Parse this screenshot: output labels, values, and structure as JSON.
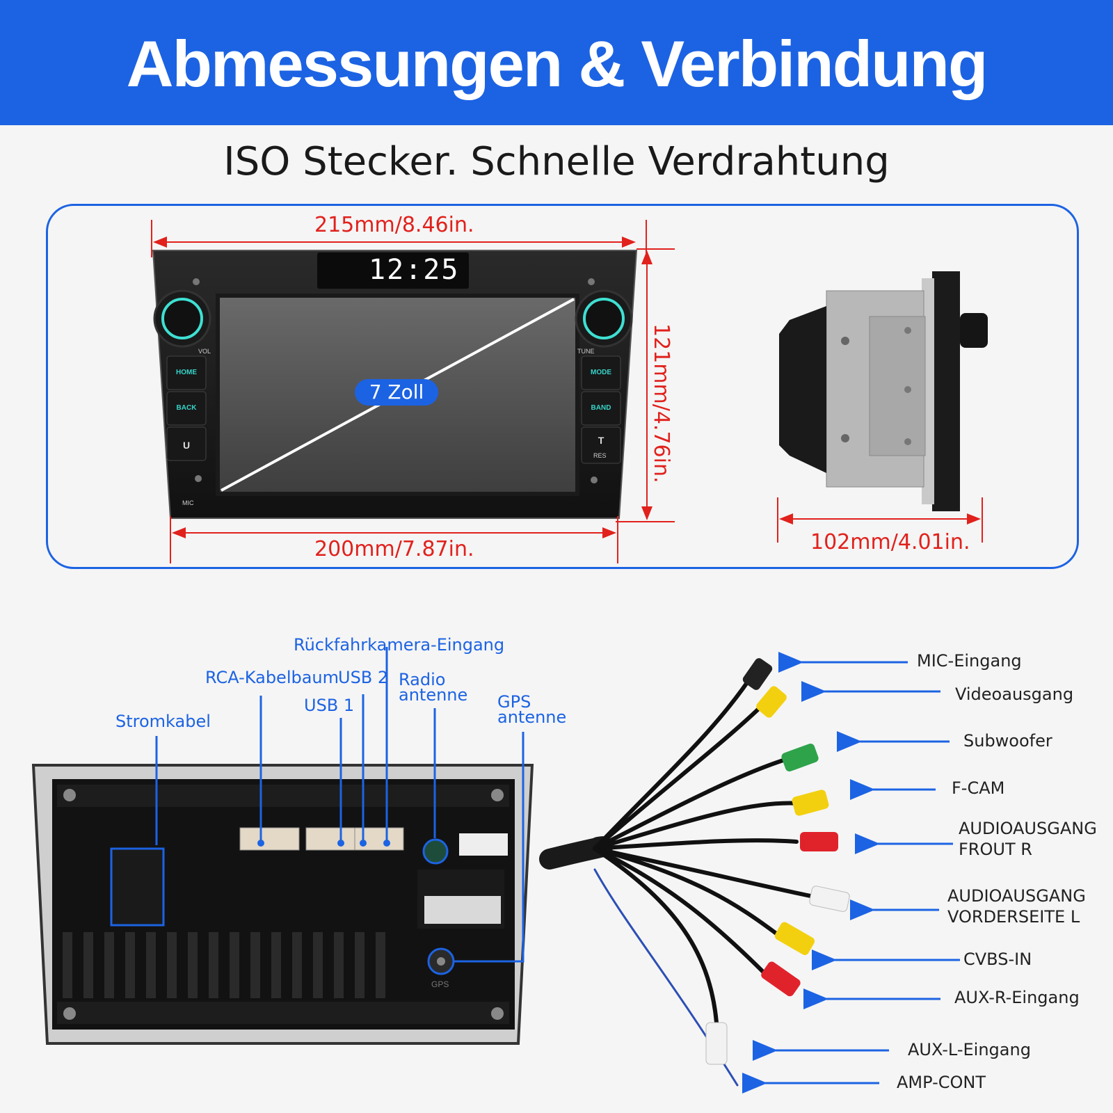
{
  "header": {
    "title": "Abmessungen & Verbindung"
  },
  "subtitle": "ISO Stecker. Schnelle Verdrahtung",
  "front": {
    "clock": "12:25",
    "screen_badge": "7 Zoll",
    "buttons_left": [
      "HOME",
      "BACK",
      "U"
    ],
    "buttons_right": [
      "MODE",
      "BAND",
      "T"
    ],
    "small_labels": {
      "vol": "VOL",
      "tune": "TUNE",
      "res": "RES",
      "mic": "MIC"
    }
  },
  "dimensions": {
    "top_width": "215mm/8.46in.",
    "bottom_width": "200mm/7.87in.",
    "height": "121mm/4.76in.",
    "depth": "102mm/4.01in."
  },
  "back_connectors": {
    "rear_camera": "Rückfahrkamera-Eingang",
    "rca_harness": "RCA-Kabelbaum",
    "usb2": "USB 2",
    "usb1": "USB 1",
    "radio_line1": "Radio",
    "radio_line2": "antenne",
    "gps_line1": "GPS",
    "gps_line2": "antenne",
    "power": "Stromkabel",
    "gps_print": "GPS"
  },
  "cable_labels": [
    "MIC-Eingang",
    "Videoausgang",
    "Subwoofer",
    "F-CAM",
    "AUDIOAUSGANG",
    "FROUT R",
    "AUDIOAUSGANG",
    "VORDERSEITE L",
    "CVBS-IN",
    "AUX-R-Eingang",
    "AUX-L-Eingang",
    "AMP-CONT"
  ],
  "colors": {
    "brand_blue": "#1c63e3",
    "dimension_red": "#e1211c",
    "accent_teal": "#36d4c9"
  }
}
